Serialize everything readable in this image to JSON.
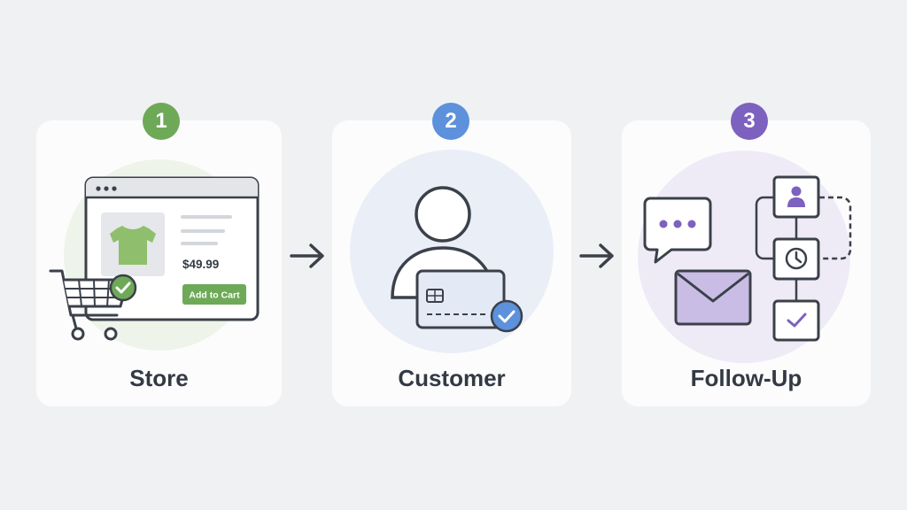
{
  "steps": [
    {
      "number": "1",
      "label": "Store",
      "color": "#6ea957"
    },
    {
      "number": "2",
      "label": "Customer",
      "color": "#5d91dc"
    },
    {
      "number": "3",
      "label": "Follow-Up",
      "color": "#7d61bf"
    }
  ],
  "store": {
    "price": "$49.99",
    "button_label": "Add to Cart"
  },
  "colors": {
    "background": "#f0f1f3",
    "card": "#fcfcfd",
    "outline": "#3b4049",
    "green_accent": "#6ea957",
    "blue_accent": "#5d91dc",
    "purple_accent": "#7d61bf"
  }
}
